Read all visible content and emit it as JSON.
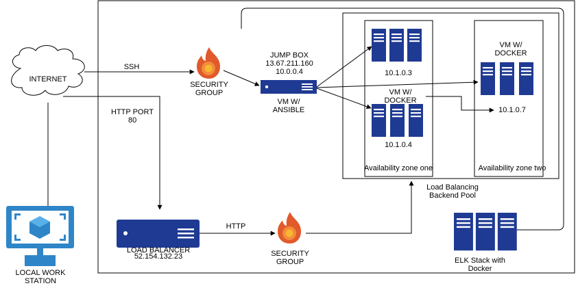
{
  "nodes": {
    "internet": {
      "label": "INTERNET",
      "icon": "cloud-icon"
    },
    "local_station": {
      "label_line1": "LOCAL WORK",
      "label_line2": "STATION",
      "icon": "monitor-icon"
    },
    "security_group_top": {
      "label_line1": "SECURITY",
      "label_line2": "GROUP",
      "icon": "firewall-icon"
    },
    "security_group_bottom": {
      "label_line1": "SECURITY",
      "label_line2": "GROUP",
      "icon": "firewall-icon"
    },
    "jump_box": {
      "line1": "JUMP BOX",
      "line2": "13.67.211.160",
      "line3": "10.0.0.4",
      "line4": "VM W/",
      "line5": "ANSIBLE",
      "icon": "server-icon"
    },
    "load_balancer": {
      "line1": "LOAD BALANCER",
      "line2": "52.154.132.23",
      "icon": "load-balancer-icon"
    },
    "vm_103": {
      "label": "10.1.0.3",
      "icon": "server-rack-icon"
    },
    "vm_104": {
      "caption_line1": "VM W/",
      "caption_line2": "DOCKER",
      "label": "10.1.0.4",
      "icon": "server-rack-icon"
    },
    "vm_107": {
      "caption_line1": "VM W/",
      "caption_line2": "DOCKER",
      "label": "10.1.0.7",
      "icon": "server-rack-icon"
    },
    "elk": {
      "label_line1": "ELK Stack with",
      "label_line2": "Docker",
      "icon": "server-rack-icon"
    }
  },
  "zones": {
    "zone_one": "Availability zone one",
    "zone_two": "Availability zone two",
    "backend_pool_line1": "Load Balancing",
    "backend_pool_line2": "Backend Pool"
  },
  "edges": {
    "ssh": "SSH",
    "http_port_line1": "HTTP PORT",
    "http_port_line2": "80",
    "http": "HTTP"
  },
  "colors": {
    "server_blue": "#1f3a93",
    "server_dark": "#14275e",
    "monitor_blue": "#2e86c8",
    "flame_outer": "#e05a2b",
    "flame_inner": "#f28b3a",
    "flame_core": "#f7b733"
  }
}
